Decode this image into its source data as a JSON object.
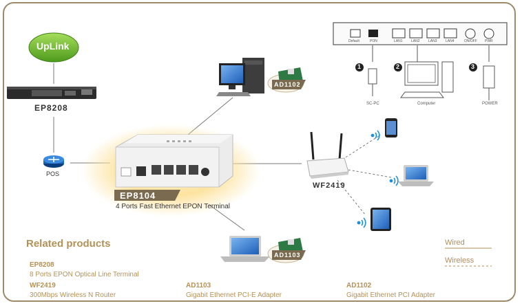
{
  "uplink": "UpLink",
  "olt": {
    "label": "EP8208"
  },
  "pos": {
    "label": "POS"
  },
  "terminal": {
    "label": "EP8104",
    "subtitle": "4 Ports Fast Ethernet EPON Terminal"
  },
  "router": {
    "label": "WF2419"
  },
  "adapters": {
    "top": "AD1102",
    "bottom": "AD1103"
  },
  "back_panel": {
    "ports": [
      "Default",
      "PON",
      "LAN1",
      "LAN2",
      "LAN3",
      "LAN4",
      "ON/OFF",
      "PWR"
    ],
    "callouts": [
      {
        "num": "1",
        "label": "SC-PC"
      },
      {
        "num": "2",
        "label": "Computer"
      },
      {
        "num": "3",
        "label": "POWER"
      }
    ]
  },
  "legend": {
    "wired": "Wired",
    "wireless": "Wireless"
  },
  "related": {
    "heading": "Related products",
    "items": [
      {
        "name": "EP8208",
        "desc": "8 Ports EPON Optical Line Terminal"
      },
      {
        "name": "WF2419",
        "desc": "300Mbps Wireless N Router"
      },
      {
        "name": "AD1103",
        "desc": "Gigabit Ethernet PCI-E Adapter"
      },
      {
        "name": "AD1102",
        "desc": "Gigabit Ethernet PCI Adapter"
      }
    ]
  },
  "colors": {
    "frame": "#9c8a69",
    "heading": "#b49157",
    "uplink": "#6ab42d",
    "glow": "#f5c85a",
    "tag_bg": "#7a6a4f",
    "legend": "#b08d5a"
  }
}
